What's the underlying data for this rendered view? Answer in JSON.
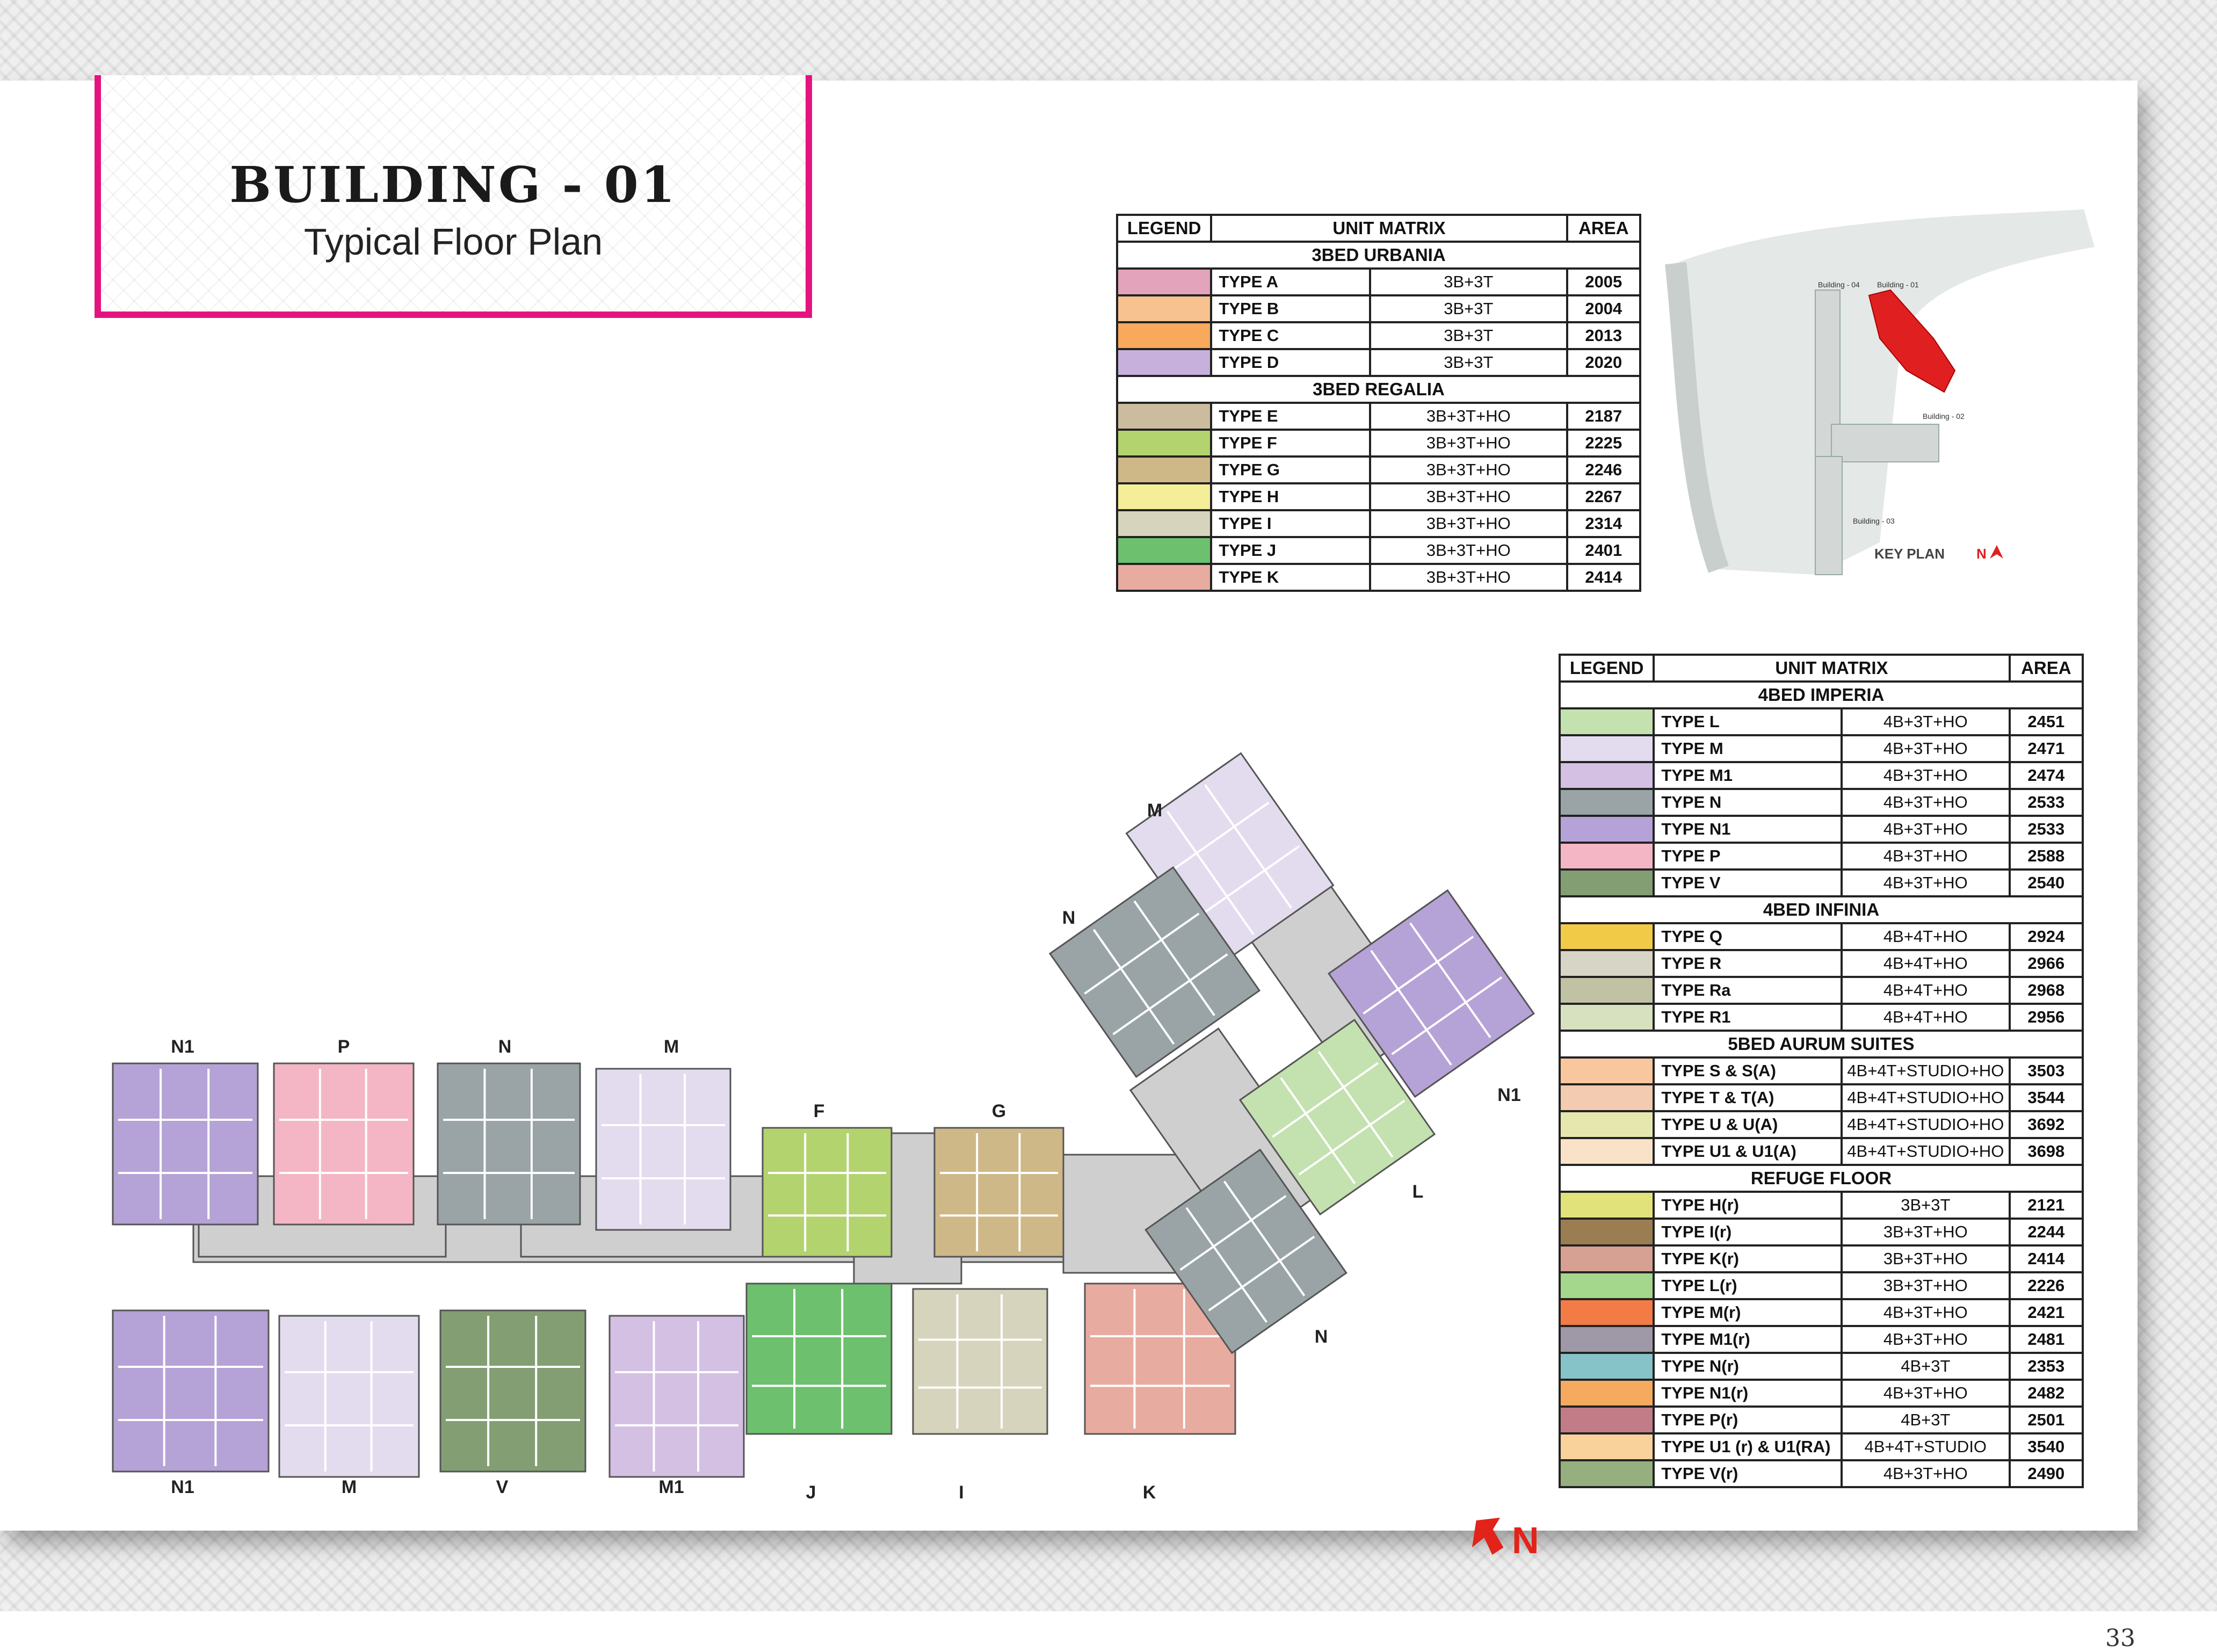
{
  "header": {
    "title": "BUILDING - 01",
    "subtitle": "Typical Floor Plan"
  },
  "legend_table_1": {
    "headers": [
      "LEGEND",
      "UNIT MATRIX",
      "AREA"
    ],
    "sections": [
      {
        "title": "3BED URBANIA",
        "rows": [
          {
            "color": "#e3a3ba",
            "type": "TYPE A",
            "config": "3B+3T",
            "area": "2005"
          },
          {
            "color": "#f7c28f",
            "type": "TYPE B",
            "config": "3B+3T",
            "area": "2004"
          },
          {
            "color": "#f8a95c",
            "type": "TYPE C",
            "config": "3B+3T",
            "area": "2013"
          },
          {
            "color": "#c7b1dc",
            "type": "TYPE D",
            "config": "3B+3T",
            "area": "2020"
          }
        ]
      },
      {
        "title": "3BED REGALIA",
        "rows": [
          {
            "color": "#cbbc9f",
            "type": "TYPE E",
            "config": "3B+3T+HO",
            "area": "2187"
          },
          {
            "color": "#b3d36f",
            "type": "TYPE F",
            "config": "3B+3T+HO",
            "area": "2225"
          },
          {
            "color": "#cfb887",
            "type": "TYPE G",
            "config": "3B+3T+HO",
            "area": "2246"
          },
          {
            "color": "#f4ee98",
            "type": "TYPE H",
            "config": "3B+3T+HO",
            "area": "2267"
          },
          {
            "color": "#d7d4bd",
            "type": "TYPE I",
            "config": "3B+3T+HO",
            "area": "2314"
          },
          {
            "color": "#6cc06e",
            "type": "TYPE J",
            "config": "3B+3T+HO",
            "area": "2401"
          },
          {
            "color": "#e8aba0",
            "type": "TYPE K",
            "config": "3B+3T+HO",
            "area": "2414"
          }
        ]
      }
    ]
  },
  "legend_table_2": {
    "headers": [
      "LEGEND",
      "UNIT MATRIX",
      "AREA"
    ],
    "sections": [
      {
        "title": "4BED IMPERIA",
        "rows": [
          {
            "color": "#c4e1b0",
            "type": "TYPE L",
            "config": "4B+3T+HO",
            "area": "2451"
          },
          {
            "color": "#e3dbee",
            "type": "TYPE M",
            "config": "4B+3T+HO",
            "area": "2471"
          },
          {
            "color": "#d3c0e2",
            "type": "TYPE M1",
            "config": "4B+3T+HO",
            "area": "2474"
          },
          {
            "color": "#9aa4a6",
            "type": "TYPE N",
            "config": "4B+3T+HO",
            "area": "2533"
          },
          {
            "color": "#b5a2d6",
            "type": "TYPE N1",
            "config": "4B+3T+HO",
            "area": "2533"
          },
          {
            "color": "#f4b6c4",
            "type": "TYPE P",
            "config": "4B+3T+HO",
            "area": "2588"
          },
          {
            "color": "#839e73",
            "type": "TYPE V",
            "config": "4B+3T+HO",
            "area": "2540"
          }
        ]
      },
      {
        "title": "4BED INFINIA",
        "rows": [
          {
            "color": "#f1cb48",
            "type": "TYPE Q",
            "config": "4B+4T+HO",
            "area": "2924"
          },
          {
            "color": "#d7d5c6",
            "type": "TYPE R",
            "config": "4B+4T+HO",
            "area": "2966"
          },
          {
            "color": "#c1c1a3",
            "type": "TYPE Ra",
            "config": "4B+4T+HO",
            "area": "2968"
          },
          {
            "color": "#d7e1c0",
            "type": "TYPE R1",
            "config": "4B+4T+HO",
            "area": "2956"
          }
        ]
      },
      {
        "title": "5BED AURUM SUITES",
        "rows": [
          {
            "color": "#f9c79e",
            "type": "TYPE S & S(A)",
            "config": "4B+4T+STUDIO+HO",
            "area": "3503"
          },
          {
            "color": "#f3cbb0",
            "type": "TYPE T & T(A)",
            "config": "4B+4T+STUDIO+HO",
            "area": "3544"
          },
          {
            "color": "#e6e7ae",
            "type": "TYPE U & U(A)",
            "config": "4B+4T+STUDIO+HO",
            "area": "3692"
          },
          {
            "color": "#f9e2c8",
            "type": "TYPE U1 & U1(A)",
            "config": "4B+4T+STUDIO+HO",
            "area": "3698"
          }
        ]
      },
      {
        "title": "REFUGE FLOOR",
        "rows": [
          {
            "color": "#e2e27a",
            "type": "TYPE H(r)",
            "config": "3B+3T",
            "area": "2121"
          },
          {
            "color": "#9b7d52",
            "type": "TYPE I(r)",
            "config": "3B+3T+HO",
            "area": "2244"
          },
          {
            "color": "#d6a093",
            "type": "TYPE K(r)",
            "config": "3B+3T+HO",
            "area": "2414"
          },
          {
            "color": "#a4d68c",
            "type": "TYPE L(r)",
            "config": "3B+3T+HO",
            "area": "2226"
          },
          {
            "color": "#f37b46",
            "type": "TYPE M(r)",
            "config": "4B+3T+HO",
            "area": "2421"
          },
          {
            "color": "#9e98a7",
            "type": "TYPE M1(r)",
            "config": "4B+3T+HO",
            "area": "2481"
          },
          {
            "color": "#85c3c9",
            "type": "TYPE N(r)",
            "config": "4B+3T",
            "area": "2353"
          },
          {
            "color": "#f6aa60",
            "type": "TYPE N1(r)",
            "config": "4B+3T+HO",
            "area": "2482"
          },
          {
            "color": "#c27c88",
            "type": "TYPE P(r)",
            "config": "4B+3T",
            "area": "2501"
          },
          {
            "color": "#f8d29a",
            "type": "TYPE U1 (r) & U1(RA)",
            "config": "4B+4T+STUDIO",
            "area": "3540"
          },
          {
            "color": "#95b07e",
            "type": "TYPE V(r)",
            "config": "4B+3T+HO",
            "area": "2490"
          }
        ]
      }
    ]
  },
  "key_plan": {
    "label": "KEY PLAN",
    "north": "N",
    "building_labels": [
      "Building - 04",
      "Building - 01",
      "Building - 02",
      "Building - 03"
    ],
    "highlight_color": "#e02020"
  },
  "floor_plan": {
    "unit_labels": [
      "N1",
      "P",
      "N",
      "M",
      "N1",
      "M",
      "V",
      "M1",
      "F",
      "G",
      "J",
      "I",
      "K",
      "M",
      "N",
      "N1",
      "L",
      "N"
    ],
    "north_marker": "N",
    "north_color": "#e2231a",
    "core_color": "#cfcfcf"
  },
  "page_number": "33",
  "accent_color": "#e5137f"
}
